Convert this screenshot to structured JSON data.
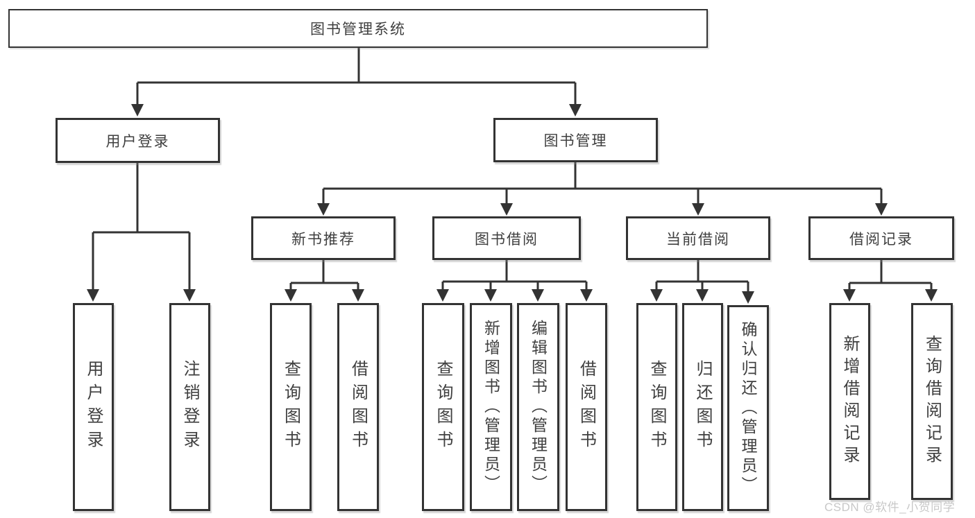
{
  "title": "图书管理系统",
  "watermark": "CSDN @软件_小贺同学",
  "colors": {
    "line": "#333333",
    "text": "#3f3f3f",
    "watermark": "#c8c8c8",
    "background": "#ffffff"
  },
  "nodes": {
    "root": {
      "label": "图书管理系统"
    },
    "user_login": {
      "label": "用户登录"
    },
    "book_mgmt": {
      "label": "图书管理"
    },
    "user_login_children": [
      {
        "label": "用户登录"
      },
      {
        "label": "注销登录"
      }
    ],
    "modules": [
      {
        "label": "新书推荐"
      },
      {
        "label": "图书借阅"
      },
      {
        "label": "当前借阅"
      },
      {
        "label": "借阅记录"
      }
    ],
    "new_book_children": [
      {
        "label": "查询图书"
      },
      {
        "label": "借阅图书"
      }
    ],
    "borrow_children": [
      {
        "label": "查询图书"
      },
      {
        "label": "新增图书（管理员）"
      },
      {
        "label": "编辑图书（管理员）"
      },
      {
        "label": "借阅图书"
      }
    ],
    "current_children": [
      {
        "label": "查询图书"
      },
      {
        "label": "归还图书"
      },
      {
        "label": "确认归还（管理员）"
      }
    ],
    "record_children": [
      {
        "label": "新增借阅记录"
      },
      {
        "label": "查询借阅记录"
      }
    ]
  }
}
